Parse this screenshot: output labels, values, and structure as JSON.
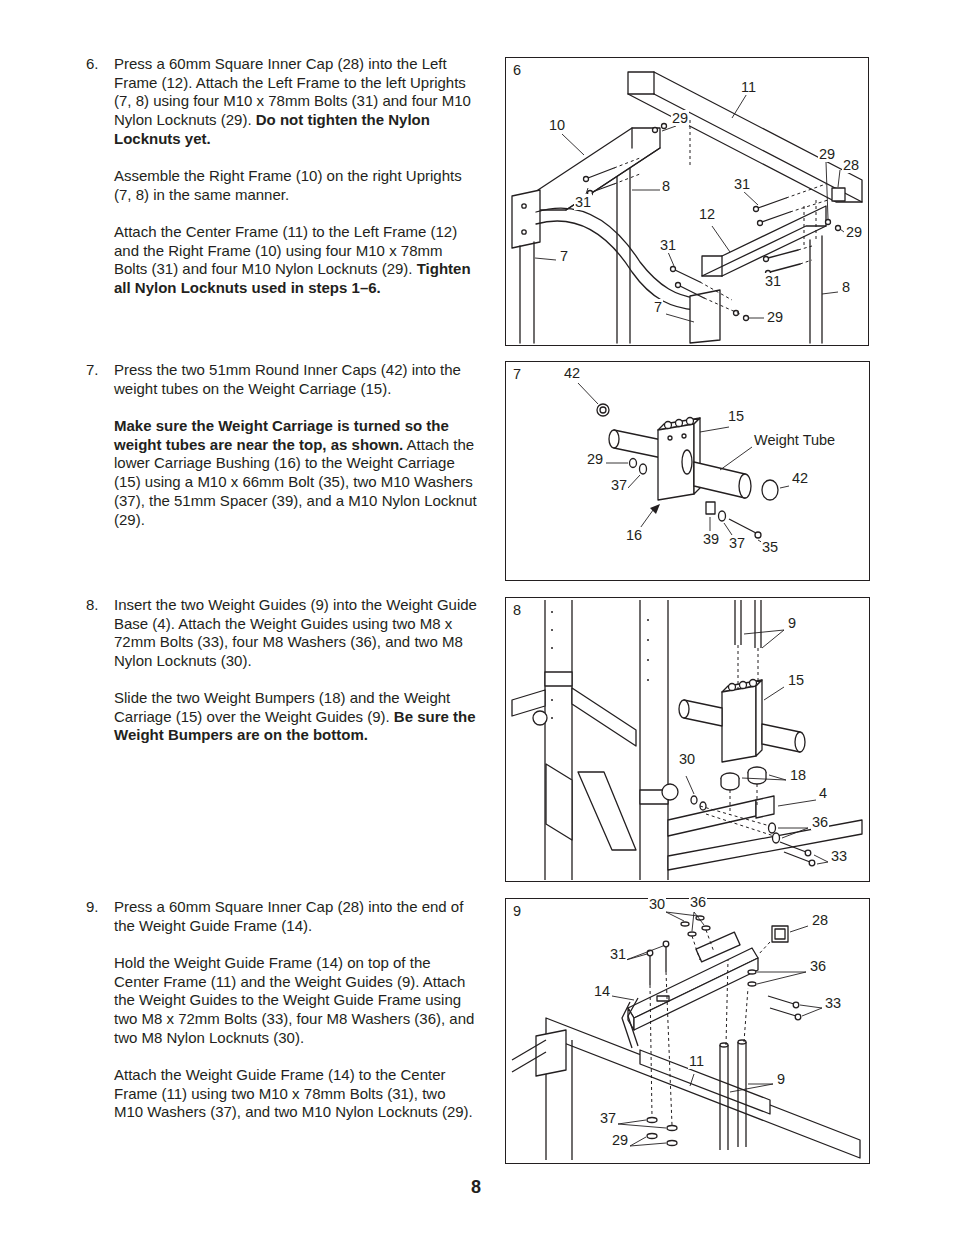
{
  "diagram": {
    "nodes": [
      {
        "text": [
          "6"
        ]
      },
      {
        "text": [
          "7"
        ]
      },
      {
        "text": [
          "8"
        ]
      },
      {
        "text": [
          "9"
        ]
      }
    ],
    "labels": [
      "6.",
      "Press a 60mm Square Inner Cap (28) into the Left Frame (12). Attach the Left Frame to the left Uprights (7, 8) using four M10 x 78mm Bolts (31) and four M10 Nylon Locknuts (29).",
      "Do not tighten the Nylon Locknuts yet.",
      "Assemble the Right Frame (10) on the right Uprights (7, 8) in the same manner.",
      "Attach the Center Frame (11) to the Left Frame (12) and the Right Frame (10) using four M10 x 78mm Bolts (31) and four M10 Nylon Locknuts (29).",
      "Tighten all Nylon Locknuts used in steps 1–6.",
      "7.",
      "Press the two 51mm Round Inner Caps (42) into the weight tubes on the Weight Carriage (15).",
      "Make sure the Weight Carriage is turned so the weight tubes are near the top, as shown.",
      "Attach the lower Carriage Bushing (16) to the Weight Carriage (15) using a M10 x 66mm Bolt (35), two M10 Washers (37), the 51mm Spacer (39), and a M10 Nylon Locknut (29).",
      "8.",
      "Insert the two Weight Guides (9) into the Weight Guide Base (4). Attach the Weight Guides using two M8 x 72mm Bolts (33), four M8 Washers (36), and two M8 Nylon Locknuts (30).",
      "Slide the two Weight Bumpers (18) and the Weight Carriage (15) over the Weight Guides (9).",
      "Be sure the Weight Bumpers are on the bottom.",
      "9.",
      "Press a 60mm Square Inner Cap (28) into the end of the Weight Guide Frame (14).",
      "Hold the Weight Guide Frame (14) on top of the Center Frame (11) and the Weight Guides (9). Attach the Weight Guides to the Weight Guide Frame using two M8 x 72mm Bolts (33), four M8 Washers (36), and two M8 Nylon Locknuts (30).",
      "Attach the Weight Guide Frame (14) to the Center Frame (11) using two M10 x 78mm Bolts (31), two M10 Washers (37), and two M10 Nylon Locknuts (29).",
      "11",
      "10",
      "29",
      "29",
      "28",
      "31",
      "8",
      "31",
      "12",
      "29",
      "7",
      "31",
      "31",
      "8",
      "7",
      "29",
      "42",
      "15",
      "Weight Tube",
      "29",
      "42",
      "37",
      "16",
      "39",
      "37",
      "35",
      "9",
      "15",
      "30",
      "18",
      "4",
      "36",
      "33",
      "30",
      "36",
      "28",
      "31",
      "36",
      "14",
      "33",
      "11",
      "9",
      "37",
      "29",
      "8"
    ]
  }
}
